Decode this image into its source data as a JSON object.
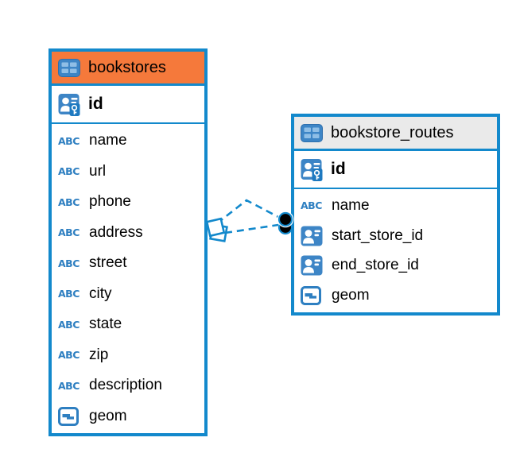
{
  "diagram": {
    "type": "entity-relationship",
    "icons": {
      "text_type_label": "ABC"
    },
    "colors": {
      "accent_blue": "#1389CC",
      "selected_header_orange": "#F5793B",
      "header_gray": "#EAEAEA",
      "icon_blue": "#3D85C6",
      "icon_light_blue": "#8FBEE6",
      "text_black": "#000000",
      "connector_dot_black": "#000000",
      "canvas_white": "#FFFFFF"
    },
    "tables": [
      {
        "title": "bookstores",
        "header_bg": "#F5793B",
        "primary_key": {
          "label": "id"
        },
        "columns": [
          {
            "label": "name",
            "type": "text"
          },
          {
            "label": "url",
            "type": "text"
          },
          {
            "label": "phone",
            "type": "text"
          },
          {
            "label": "address",
            "type": "text"
          },
          {
            "label": "street",
            "type": "text"
          },
          {
            "label": "city",
            "type": "text"
          },
          {
            "label": "state",
            "type": "text"
          },
          {
            "label": "zip",
            "type": "text"
          },
          {
            "label": "description",
            "type": "text"
          },
          {
            "label": "geom",
            "type": "geometry"
          }
        ]
      },
      {
        "title": "bookstore_routes",
        "header_bg": "#EAEAEA",
        "primary_key": {
          "label": "id"
        },
        "columns": [
          {
            "label": "name",
            "type": "text"
          },
          {
            "label": "start_store_id",
            "type": "reference"
          },
          {
            "label": "end_store_id",
            "type": "reference"
          },
          {
            "label": "geom",
            "type": "geometry"
          }
        ]
      }
    ],
    "relationship": {
      "style": "dashed",
      "line_count": 2,
      "from_table": "bookstore_routes",
      "to_table": "bookstores"
    }
  }
}
